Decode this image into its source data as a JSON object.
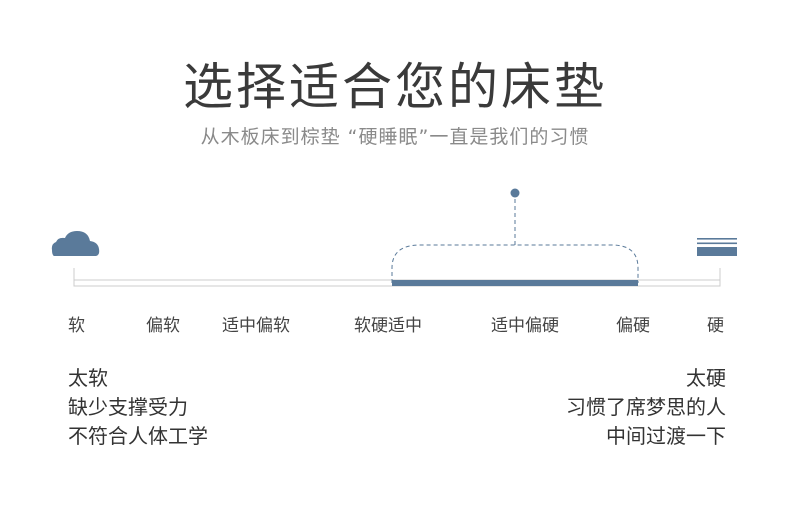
{
  "header": {
    "title": "选择适合您的床垫",
    "subtitle": "从木板床到棕垫 “硬睡眠”一直是我们的习惯"
  },
  "scale": {
    "labels": [
      "软",
      "偏软",
      "适中偏软",
      "软硬适中",
      "适中偏硬",
      "偏硬",
      "硬"
    ],
    "soft_end_icon": "cloud-icon",
    "hard_end_icon": "board-icon",
    "highlight_range": [
      "软硬适中",
      "偏硬"
    ],
    "colors": {
      "accent": "#5a7a9a",
      "track": "#cccccc"
    }
  },
  "left_note": [
    "太软",
    "缺少支撑受力",
    "不符合人体工学"
  ],
  "right_note": [
    "太硬",
    "习惯了席梦思的人",
    "中间过渡一下"
  ]
}
